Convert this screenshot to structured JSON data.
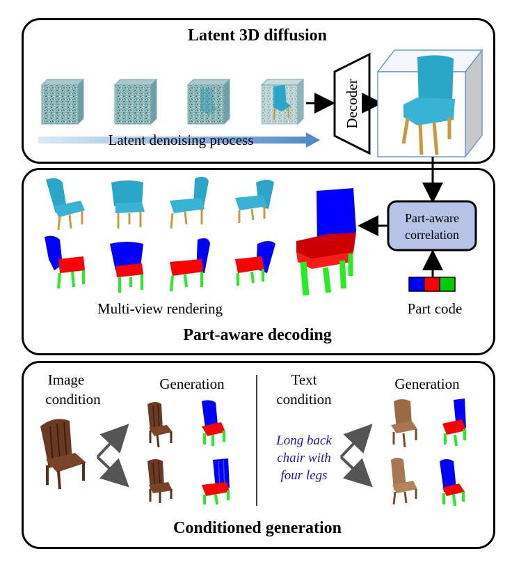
{
  "panel1": {
    "title": "Latent 3D diffusion",
    "process_label": "Latent denoising process",
    "decoder_label": "Decoder"
  },
  "panel2": {
    "title": "Part-aware decoding",
    "multiview_label": "Multi-view rendering",
    "correlation_label_line1": "Part-aware",
    "correlation_label_line2": "correlation",
    "part_code_label": "Part code",
    "part_code_colors": [
      "#0000ff",
      "#ff0000",
      "#00cc00"
    ]
  },
  "panel3": {
    "title": "Conditioned generation",
    "image_condition_line1": "Image",
    "image_condition_line2": "condition",
    "generation_left": "Generation",
    "text_condition_line1": "Text",
    "text_condition_line2": "condition",
    "generation_right": "Generation",
    "prompt_line1": "Long back",
    "prompt_line2": "chair with",
    "prompt_line3": "four legs"
  },
  "colors": {
    "chair_cyan": "#2aa6c9",
    "leg_wood": "#c99a3c",
    "part_back": "#0000ff",
    "part_seat": "#ff0000",
    "part_legs": "#22ee22",
    "wood_dark": "#6b3a22",
    "correlation_box": "#b7c3e6"
  }
}
